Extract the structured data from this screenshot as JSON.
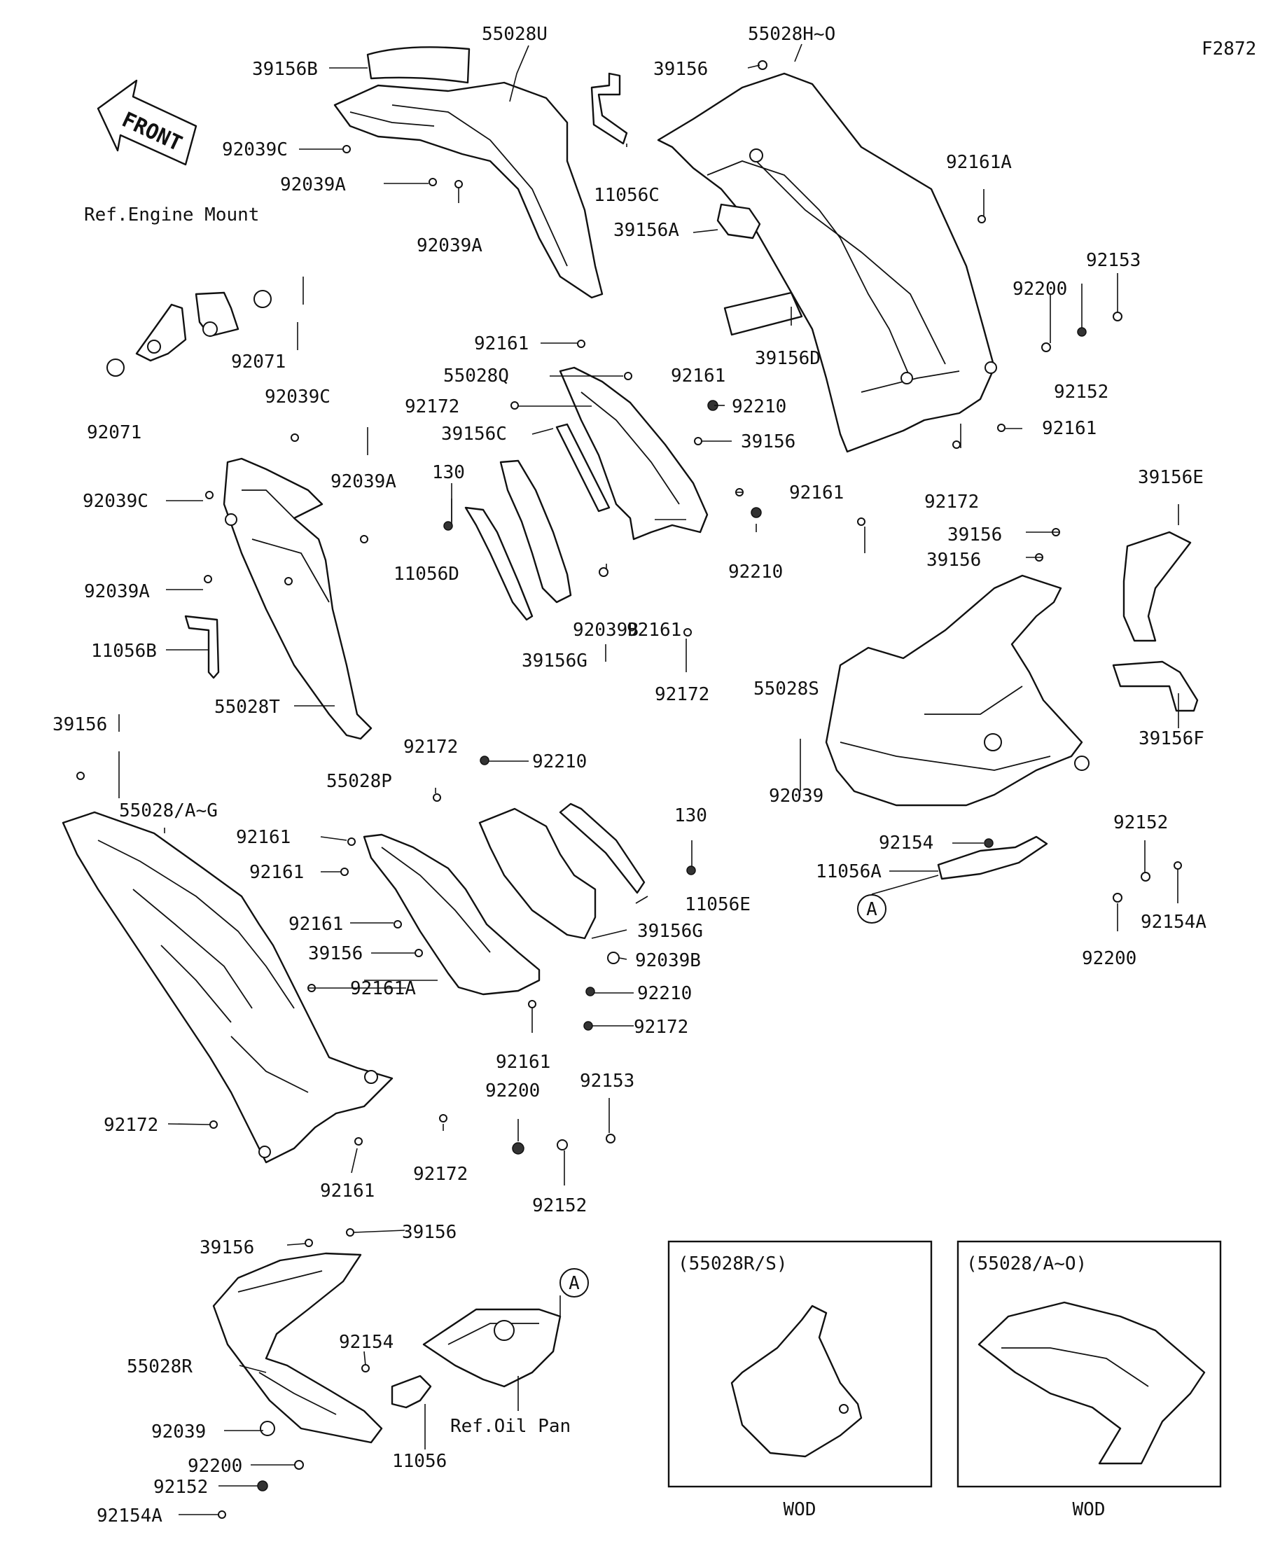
{
  "figure_code": "F2872",
  "front_arrow_text": "FRONT",
  "ref_notes": {
    "engine_mount": "Ref.Engine Mount",
    "oil_pan": "Ref.Oil Pan"
  },
  "callout_letter": "A",
  "variant_boxes": [
    {
      "title": "(55028R/S)",
      "caption": "WOD"
    },
    {
      "title": "(55028/A~O)",
      "caption": "WOD"
    }
  ],
  "labels": [
    "55028U",
    "39156B",
    "92039C",
    "92039A",
    "92039A",
    "11056C",
    "55028H~O",
    "39156",
    "92161A",
    "39156A",
    "92153",
    "92200",
    "92152",
    "39156D",
    "92161",
    "55028Q",
    "92161",
    "92172",
    "92210",
    "39156C",
    "39156",
    "92161",
    "130",
    "92161",
    "92172",
    "92210",
    "92071",
    "92071",
    "92039C",
    "92039A",
    "92039C",
    "92039A",
    "11056B",
    "55028T",
    "11056D",
    "92039B",
    "39156G",
    "92161",
    "92172",
    "39156",
    "39156",
    "39156E",
    "55028S",
    "92039",
    "39156F",
    "92154",
    "11056A",
    "92152",
    "92154A",
    "92200",
    "39156",
    "55028/A~G",
    "92161",
    "92161",
    "92161",
    "39156",
    "92161A",
    "92172",
    "55028P",
    "92210",
    "130",
    "11056E",
    "39156G",
    "92039B",
    "92210",
    "92172",
    "92161",
    "92200",
    "92153",
    "92172",
    "92172",
    "92161",
    "92152",
    "39156",
    "39156",
    "55028R",
    "92154",
    "92039",
    "92200",
    "92152",
    "92154A",
    "11056"
  ]
}
